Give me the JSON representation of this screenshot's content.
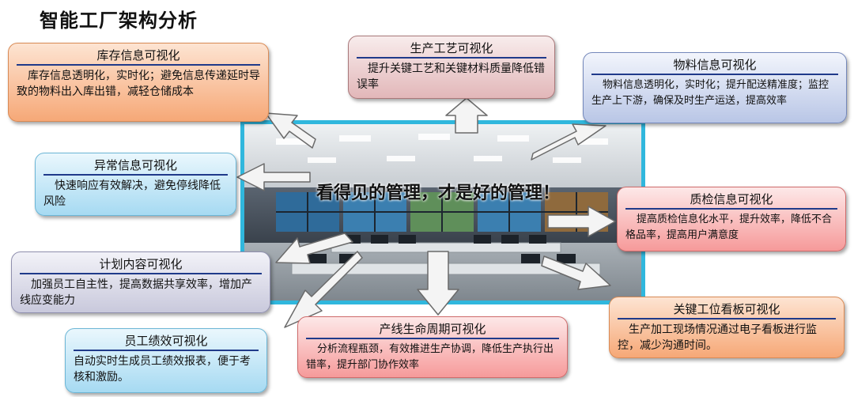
{
  "title": "智能工厂架构分析",
  "slogan": "看得见的管理，才是好的管理！",
  "boxes": {
    "inventory": {
      "title": "库存信息可视化",
      "body": "库存信息透明化，实时化；避免信息传递延时导致的物料出入库出错，减轻仓储成本"
    },
    "process": {
      "title": "生产工艺可视化",
      "body": "提升关键工艺和关键材料质量降低错误率"
    },
    "material": {
      "title": "物料信息可视化",
      "body": "物料信息透明化，实时化；提升配送精准度；监控生产上下游，确保及时生产运送，提高效率"
    },
    "exception": {
      "title": "异常信息可视化",
      "body": "快速响应有效解决，避免停线降低风险"
    },
    "quality": {
      "title": "质检信息可视化",
      "body": "提高质检信息化水平，提升效率，降低不合格品率，提高用户满意度"
    },
    "plan": {
      "title": "计划内容可视化",
      "body": "加强员工自主性，提高数据共享效率，增加产线应变能力"
    },
    "station": {
      "title": "关键工位看板可视化",
      "body": "生产加工现场情况通过电子看板进行监控，减少沟通时间。"
    },
    "lifecycle": {
      "title": "产线生命周期可视化",
      "body": "分析流程瓶颈，有效推进生产协调，降低生产执行出错率，提升部门协作效率"
    },
    "performance": {
      "title": "员工绩效可视化",
      "body": "自动实时生成员工绩效报表，便于考核和激励。"
    }
  }
}
